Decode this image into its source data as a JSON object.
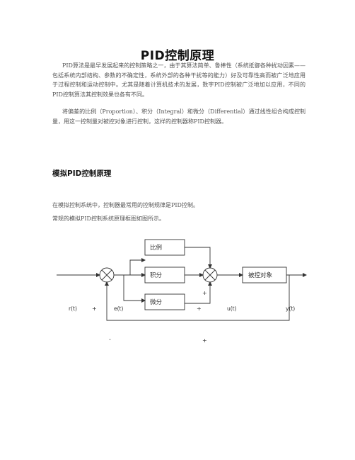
{
  "document": {
    "title": "PID控制原理",
    "paragraphs": [
      "PID算法是最早发展起来的控制策略之一，由于其算法简单、鲁棒性（系统抵御各种扰动因素——包括系统内部结构、参数的不确定性，系统外部的各种干扰等的能力）好及可靠性高而被广泛地应用于过程控制和运动控制中。尤其是随着计算机技术的发展，数字PID控制被广泛地加以应用，不同的PID控制算法其控制效果也各有不同。",
      "将偏差的比例（Proportion）、积分（Integral）和微分（Differential）通过线性组合构成控制量，用这一控制量对被控对象进行控制，这样的控制器称PID控制器。"
    ],
    "section_heading": "模拟PID控制原理",
    "lines": [
      "在模拟控制系统中，控制器最常用的控制规律是PID控制。",
      "常规的模拟PID控制系统原理框图如图所示。"
    ]
  },
  "diagram": {
    "blocks": {
      "proportional": "比例",
      "integral": "积分",
      "derivative": "微分",
      "plant": "被控对象"
    },
    "signals": {
      "r": "r(t)",
      "e": "e(t)",
      "u": "u(t)",
      "y": "y(t)"
    },
    "signs": {
      "plus_r": "+",
      "plus_sum_top": "+",
      "plus_sum_left": "+",
      "minus_feedback": "-",
      "plus_feedback": "+"
    }
  }
}
